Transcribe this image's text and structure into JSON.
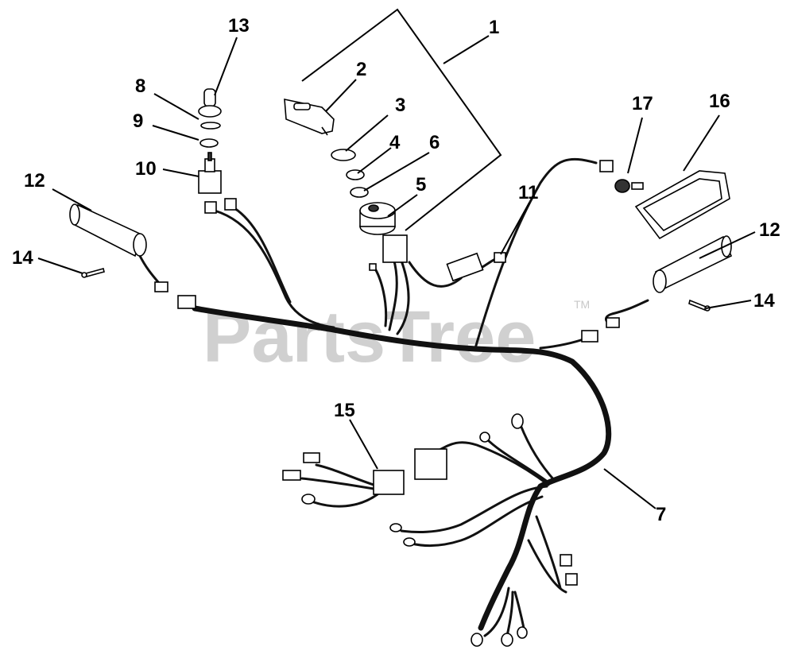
{
  "watermark": {
    "text": "PartsTree",
    "tm": "TM"
  },
  "callouts": {
    "c1": "1",
    "c2": "2",
    "c3": "3",
    "c4": "4",
    "c5": "5",
    "c6": "6",
    "c7": "7",
    "c8": "8",
    "c9": "9",
    "c10": "10",
    "c11": "11",
    "c12a": "12",
    "c12b": "12",
    "c13": "13",
    "c14a": "14",
    "c14b": "14",
    "c15": "15",
    "c16": "16",
    "c17": "17"
  }
}
